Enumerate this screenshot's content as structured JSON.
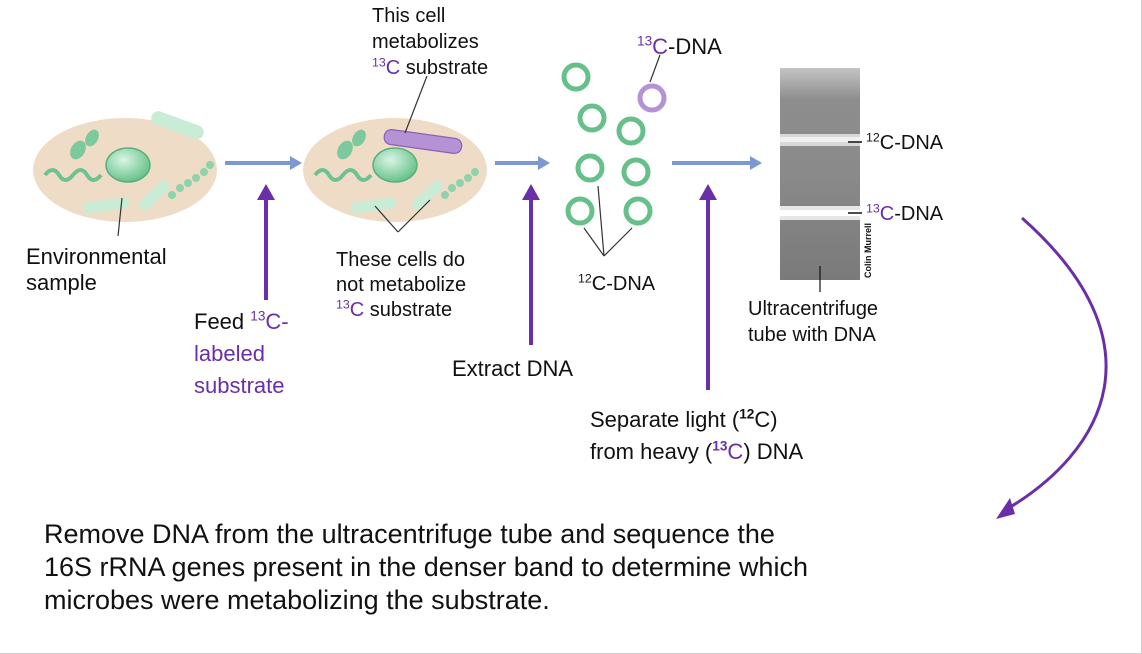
{
  "labels": {
    "env_sample": [
      "Environmental",
      "sample"
    ],
    "this_cell": [
      "This cell",
      "metabolizes"
    ],
    "this_cell_sup": "13",
    "this_cell_c": "C",
    "this_cell_rest": " substrate",
    "these_cells": [
      "These cells do",
      "not metabolize"
    ],
    "these_cells_sup": "13",
    "these_cells_c": "C",
    "these_cells_rest": "  substrate",
    "feed_pre": "Feed ",
    "feed_sup": "13",
    "feed_c": "C-",
    "feed_labeled": "labeled",
    "feed_substrate": "substrate",
    "extract": "Extract DNA",
    "dna13_sup": "13",
    "dna13_c": "C",
    "dna13_rest": "-DNA",
    "dna12_sup": "12",
    "dna12_rest": "C-DNA",
    "band12_sup": "12",
    "band12_rest": "C-DNA",
    "band13_sup": "13",
    "band13_c": "C",
    "band13_rest": "-DNA",
    "tube": [
      "Ultracentrifuge",
      "tube with DNA"
    ],
    "credit": "Colin Murrell",
    "sep_line1_pre": "Separate light (",
    "sep_line1_sup": "12",
    "sep_line1_post": "C)",
    "sep_line2_pre": "from heavy (",
    "sep_line2_sup": "13",
    "sep_line2_c": "C",
    "sep_line2_post": ") DNA"
  },
  "conclusion": [
    "Remove DNA from the ultracentrifuge tube and sequence the",
    "16S rRNA genes present in the denser band to determine which",
    "microbes were metabolizing the substrate."
  ],
  "colors": {
    "purple": "#6a2fa8",
    "blue_arrow": "#7b97d4",
    "green": "#67c08a",
    "sample_bg": "#efdcc6",
    "light_purple": "#b592d3"
  }
}
